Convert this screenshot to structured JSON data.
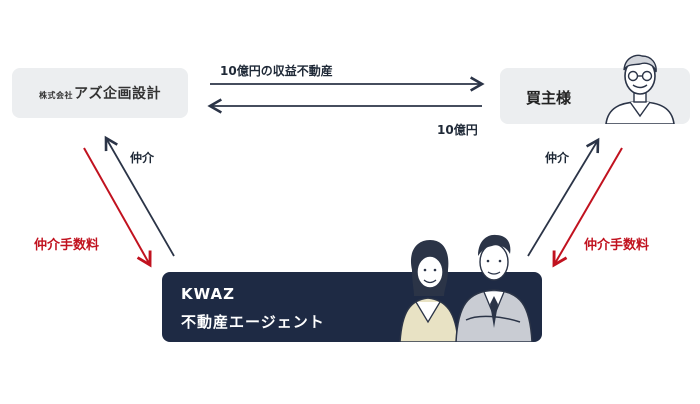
{
  "seller": {
    "prefix": "株式会社",
    "name": "アズ企画設計"
  },
  "buyer": {
    "name": "買主様"
  },
  "agent": {
    "line1": "KWAZ",
    "line2": "不動産エージェント"
  },
  "top_arrow_label": "10億円の収益不動産",
  "bottom_arrow_label": "10億円",
  "left": {
    "intermediary_label": "仲介",
    "fee_label": "仲介手数料"
  },
  "right": {
    "intermediary_label": "仲介",
    "fee_label": "仲介手数料"
  },
  "colors": {
    "navy": "#1e2a44",
    "red": "#c1121f",
    "box_gray": "#eceef0",
    "arrow_dark": "#2b3447"
  }
}
